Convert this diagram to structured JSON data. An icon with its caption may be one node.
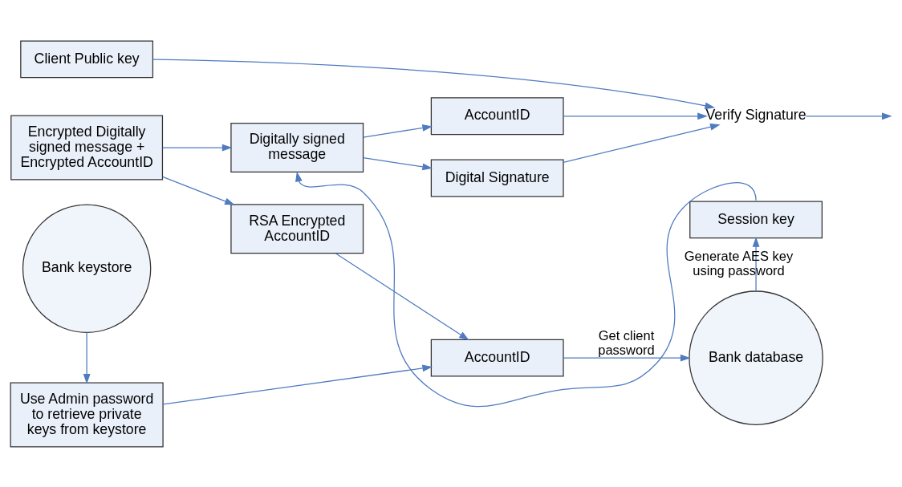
{
  "diagram": {
    "nodes": [
      {
        "text": [
          "Client Public key"
        ]
      },
      {
        "text": [
          "Digitally signed message"
        ]
      },
      {
        "text": [
          "AccountID"
        ]
      },
      {
        "text": [
          "Verify Signature"
        ]
      },
      {
        "text": [
          "Digital Signature"
        ]
      },
      {
        "text": [
          "Encrypted Digitally signed message + Encrypted AccountID"
        ]
      },
      {
        "text": [
          "Session key"
        ]
      },
      {
        "text": [
          "Use Admin password to retrieve private keys from keystore"
        ]
      },
      {
        "text": [
          "RSA Encrypted AccountID"
        ]
      },
      {
        "text": [
          "AccountID"
        ]
      },
      {
        "text": [
          "Bank database"
        ]
      },
      {
        "text": [
          "Bank keystore"
        ]
      }
    ],
    "edges": [
      {
        "from": 5,
        "to": 1,
        "arrow": "to"
      },
      {
        "from": 5,
        "to": 8,
        "arrow": "to"
      },
      {
        "from": 1,
        "to": 2,
        "arrow": "to"
      },
      {
        "from": 1,
        "to": 4,
        "arrow": "to"
      },
      {
        "from": 0,
        "to": 3,
        "arrow": "to"
      },
      {
        "from": 2,
        "to": 3,
        "arrow": "to"
      },
      {
        "from": 4,
        "to": 3,
        "arrow": "to"
      },
      {
        "from": 3,
        "to": null,
        "arrow": "to"
      },
      {
        "from": 6,
        "to": 1,
        "arrow": "to"
      },
      {
        "from": 7,
        "to": 9,
        "arrow": "to"
      },
      {
        "from": 8,
        "to": 9,
        "arrow": "to"
      },
      {
        "from": 9,
        "to": 10,
        "arrow": "to",
        "label": "Get client password"
      },
      {
        "from": 10,
        "to": 6,
        "arrow": "to",
        "label": "Generate AES key using password"
      },
      {
        "from": 11,
        "to": 7,
        "arrow": "to"
      }
    ]
  }
}
